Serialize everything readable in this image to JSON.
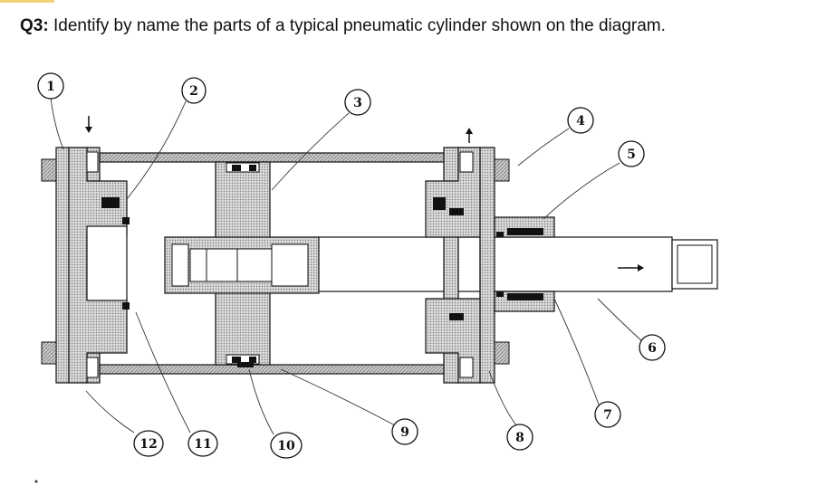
{
  "question": {
    "number": "Q3:",
    "text": "Identify by name the parts of a typical pneumatic cylinder shown on the diagram."
  },
  "callouts": [
    {
      "id": "1",
      "label": "1"
    },
    {
      "id": "2",
      "label": "2"
    },
    {
      "id": "3",
      "label": "3"
    },
    {
      "id": "4",
      "label": "4"
    },
    {
      "id": "5",
      "label": "5"
    },
    {
      "id": "6",
      "label": "6"
    },
    {
      "id": "7",
      "label": "7"
    },
    {
      "id": "8",
      "label": "8"
    },
    {
      "id": "9",
      "label": "9"
    },
    {
      "id": "10",
      "label": "10"
    },
    {
      "id": "11",
      "label": "11"
    },
    {
      "id": "12",
      "label": "12"
    }
  ],
  "arrows": [
    "port-in-down-arrow",
    "port-out-up-arrow",
    "rod-direction-arrow"
  ],
  "colors": {
    "line": "#111111",
    "hatch": "#9a9a9a",
    "seal": "#111111",
    "accent_bar": "#f3d27a"
  }
}
